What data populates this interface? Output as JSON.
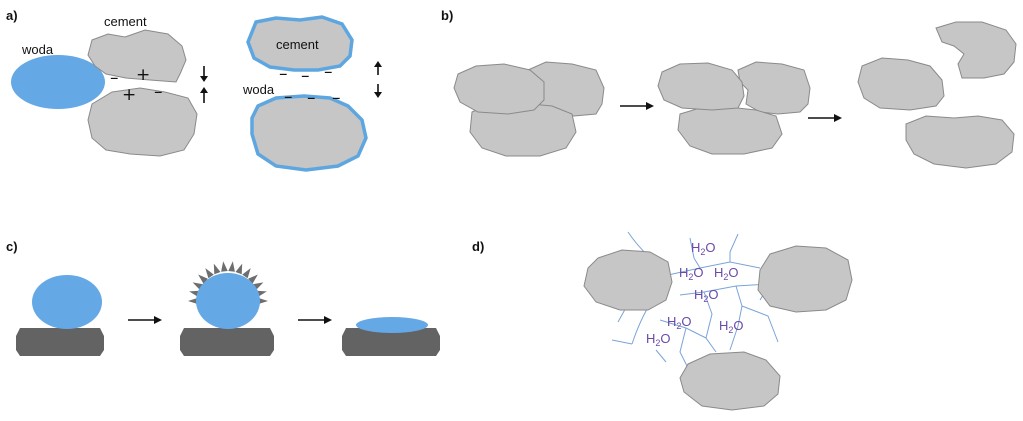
{
  "panels": {
    "a": {
      "label": "a)",
      "woda_left": "woda",
      "cement_left": "cement",
      "cement_right": "cement",
      "woda_right": "woda"
    },
    "b": {
      "label": "b)"
    },
    "c": {
      "label": "c)"
    },
    "d": {
      "label": "d)"
    }
  },
  "signs": {
    "minus": "–",
    "plus": "+"
  },
  "h2o": {
    "base": "H",
    "sub": "2",
    "tail": "O"
  },
  "colors": {
    "particle": "#c6c6c6",
    "particle_stroke": "#8a8a8a",
    "water": "#64a8e6",
    "water_rim": "#5ea6e0",
    "substrate": "#636363",
    "capillary": "#7aa4d8",
    "h2o_text": "#6a4aa8",
    "arrow": "#111111"
  },
  "icons": {
    "arrow": "right-arrow-icon",
    "double_arrow": "vertical-double-arrow-icon"
  }
}
